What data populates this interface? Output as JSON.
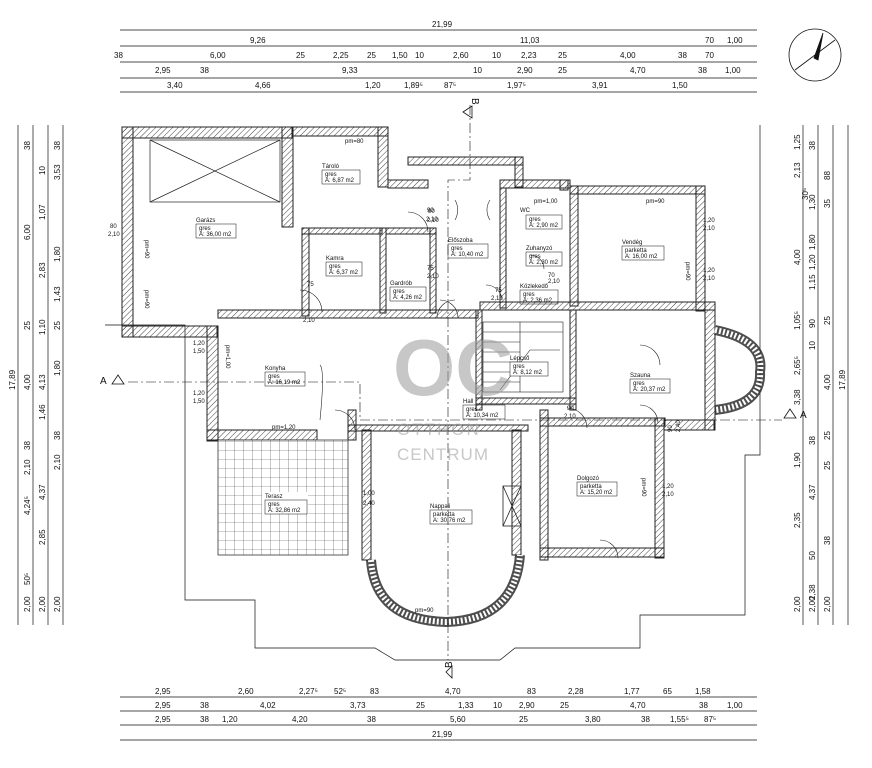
{
  "dimensions": {
    "top_total": "21,99",
    "top_row1": [
      "9,26",
      "11,03",
      "70",
      "1,00"
    ],
    "top_row2": [
      "38",
      "6,00",
      "25",
      "2,25",
      "25",
      "1,50",
      "10",
      "2,60",
      "10",
      "2,23",
      "25",
      "4,00",
      "38",
      "70"
    ],
    "top_row3": [
      "2,95",
      "38",
      "9,33",
      "10",
      "2,90",
      "25",
      "4,70",
      "38",
      "1,00"
    ],
    "top_row4": [
      "3,40",
      "4,66",
      "1,20",
      "1,89⁵",
      "87⁵",
      "1,97⁵",
      "3,91",
      "1,50"
    ],
    "bottom_row1": [
      "2,95",
      "2,60",
      "2,27⁵",
      "52⁵",
      "83",
      "4,70",
      "83",
      "2,28",
      "1,77",
      "65",
      "1,58"
    ],
    "bottom_row2": [
      "2,95",
      "38",
      "4,02",
      "3,73",
      "25",
      "1,33",
      "10",
      "2,90",
      "25",
      "4,70",
      "38",
      "1,00"
    ],
    "bottom_row3": [
      "2,95",
      "38",
      "1,20",
      "4,20",
      "38",
      "5,60",
      "25",
      "3,80",
      "38",
      "1,55⁵",
      "87⁵"
    ],
    "bottom_total": "21,99",
    "left_total": "17,89",
    "left_col1": [
      "38",
      "6,00",
      "25",
      "4,00",
      "38",
      "2,10",
      "4,24⁵",
      "50⁵",
      "2,00"
    ],
    "left_col2": [
      "10",
      "1,07",
      "2,83",
      "1,10",
      "4,13",
      "1,46",
      "4,37",
      "2,85",
      "2,00"
    ],
    "left_col3": [
      "38",
      "3,53",
      "1,80",
      "1,43",
      "25",
      "1,80",
      "38",
      "2,10",
      "2,00"
    ],
    "right_total": "17,89",
    "right_col1": [
      "1,25",
      "2,13",
      "4,00",
      "1,05⁵",
      "2,65⁵",
      "3,38",
      "1,90",
      "2,35",
      "2,38",
      "2,00"
    ],
    "right_col2": [
      "38",
      "1,30",
      "1,80",
      "1,15",
      "90",
      "4,00",
      "25",
      "4,37",
      "50",
      "2,00"
    ],
    "right_col3": [
      "88",
      "30⁵",
      "35",
      "10",
      "25",
      "1,20",
      "25",
      "38",
      "38",
      "2,00"
    ]
  },
  "rooms": [
    {
      "name": "Garázs",
      "floor": "gres",
      "area": "A: 36,00 m2"
    },
    {
      "name": "Tároló",
      "floor": "gres",
      "area": "A: 6,87 m2"
    },
    {
      "name": "Kamra",
      "floor": "gres",
      "area": "A: 6,37 m2"
    },
    {
      "name": "Gardrób",
      "floor": "gres",
      "area": "A: 4,26 m2"
    },
    {
      "name": "Előszoba",
      "floor": "gres",
      "area": "A: 10,40 m2"
    },
    {
      "name": "WC",
      "floor": "gres",
      "area": "A: 2,90 m2"
    },
    {
      "name": "Zuhanyzó",
      "floor": "gres",
      "area": "A: 2,30 m2"
    },
    {
      "name": "Közlekedő",
      "floor": "gres",
      "area": "A: 2,36 m2"
    },
    {
      "name": "Vendég",
      "floor": "parketta",
      "area": "A: 16,00 m2"
    },
    {
      "name": "Konyha",
      "floor": "gres",
      "area": "A: 16,19 m2"
    },
    {
      "name": "Lépcső",
      "floor": "gres",
      "area": "A: 8,12 m2"
    },
    {
      "name": "Hall",
      "floor": "gres",
      "area": "A: 10,34 m2"
    },
    {
      "name": "Szauna",
      "floor": "gres",
      "area": "A: 20,37 m2"
    },
    {
      "name": "Terasz",
      "floor": "gres",
      "area": "A: 32,86 m2"
    },
    {
      "name": "Nappali",
      "floor": "parketta",
      "area": "A: 30,76 m2"
    },
    {
      "name": "Dolgozó",
      "floor": "parketta",
      "area": "A: 15,20 m2"
    }
  ],
  "openings": [
    "pm=80",
    "pm=90",
    "pm=90",
    "pm=90",
    "pm=90",
    "pm=1,20",
    "pm=90",
    "pm=90",
    "pm=1,00",
    "pm=1,00"
  ],
  "door_labels": [
    "75",
    "2,10",
    "90",
    "2,10",
    "75",
    "2,10",
    "75",
    "2,10",
    "90",
    "2,10",
    "1,00",
    "2,40",
    "1,20",
    "1,50",
    "1,20",
    "1,50",
    "1,20",
    "2,10",
    "1,20",
    "2,10",
    "80",
    "2,10",
    "1,20",
    "2,10",
    "90",
    "2,10",
    "70",
    "2,10",
    "90",
    "2,40"
  ],
  "sections": {
    "a_left": "A",
    "a_right": "A",
    "b_top": "B",
    "b_bottom": "B"
  },
  "watermark": {
    "logo": "OC",
    "line1": "OTTHON",
    "line2": "CENTRUM"
  },
  "colors": {
    "wall": "#222222",
    "hatch": "#555555",
    "tile": "#444444",
    "line": "#111111"
  }
}
